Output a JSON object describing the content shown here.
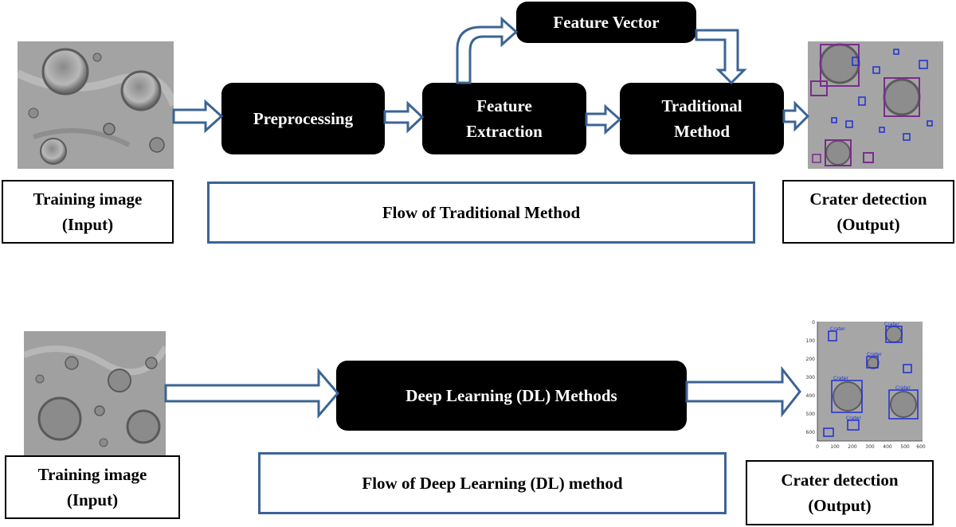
{
  "traditional": {
    "steps": {
      "preprocessing": "Preprocessing",
      "feature_extraction_1": "Feature",
      "feature_extraction_2": "Extraction",
      "feature_vector": "Feature Vector",
      "traditional_method_1": "Traditional",
      "traditional_method_2": "Method"
    },
    "input_label_1": "Training image",
    "input_label_2": "(Input)",
    "flow_label": "Flow of Traditional Method",
    "output_label_1": "Crater detection",
    "output_label_2": "(Output)"
  },
  "deep_learning": {
    "method": "Deep Learning (DL) Methods",
    "input_label_1": "Training image",
    "input_label_2": "(Input)",
    "flow_label": "Flow of Deep Learning (DL) method",
    "output_label_1": "Crater detection",
    "output_label_2": "(Output)",
    "plot_ticks_y": [
      "0",
      "100",
      "200",
      "300",
      "400",
      "500",
      "600"
    ],
    "plot_ticks_x": [
      "0",
      "100",
      "200",
      "300",
      "400",
      "500",
      "600"
    ],
    "box_label": "Crater"
  },
  "colors": {
    "arrow_stroke": "#3b6494",
    "detect_box_purple": "#7a2c8c",
    "detect_box_blue": "#1f2fd6",
    "process_box": "#000000"
  }
}
